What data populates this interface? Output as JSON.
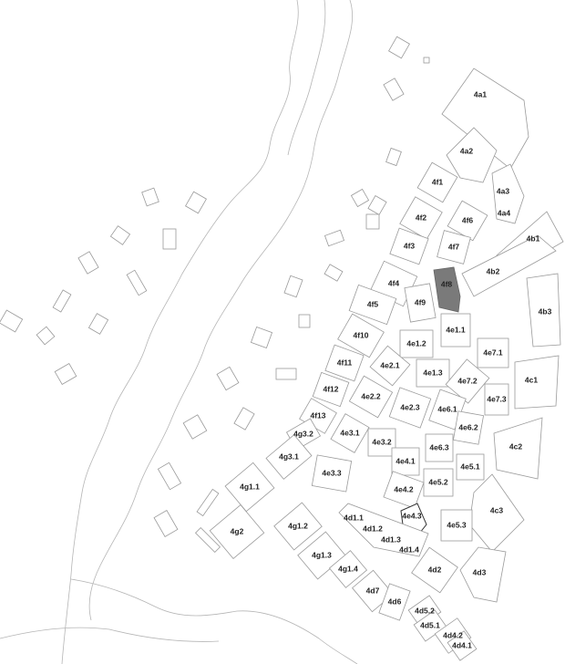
{
  "map": {
    "selected_lot": "4f8",
    "selected_color": "#7a7a7a",
    "lots": [
      "4a1",
      "4a2",
      "4a3",
      "4a4",
      "4b1",
      "4b2",
      "4b3",
      "4c1",
      "4c2",
      "4c3",
      "4d2",
      "4d3",
      "4f1",
      "4f2",
      "4f6",
      "4f3",
      "4f7",
      "4f4",
      "4f8",
      "4f9",
      "4f5",
      "4e1.1",
      "4f10",
      "4e1.2",
      "4e7.1",
      "4f11",
      "4e2.1",
      "4e1.3",
      "4e7.2",
      "4f12",
      "4e2.2",
      "4e7.3",
      "4e2.3",
      "4e6.1",
      "4f13",
      "4e6.2",
      "4g3.2",
      "4e3.1",
      "4e3.2",
      "4e6.3",
      "4g3.1",
      "4e4.1",
      "4e5.1",
      "4e3.3",
      "4e5.2",
      "4g1.1",
      "4e4.2",
      "4e4.3",
      "4e5.3",
      "4d1.1",
      "4g1.2",
      "4g2",
      "4d1.2",
      "4d1.3",
      "4d1.4",
      "4g1.3",
      "4g1.4",
      "4d7",
      "4d6",
      "4d5.2",
      "4d5.1",
      "4d4.2",
      "4d4.1"
    ]
  }
}
